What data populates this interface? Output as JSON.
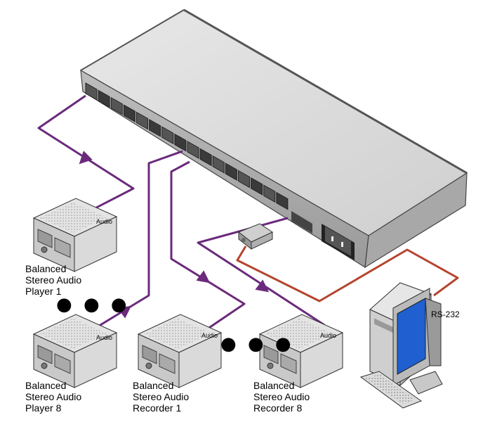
{
  "devices": {
    "player1": {
      "label": "Balanced\nStereo Audio\nPlayer 1",
      "port": "Audio"
    },
    "player8": {
      "label": "Balanced\nStereo Audio\nPlayer 8",
      "port": "Audio"
    },
    "recorder1": {
      "label": "Balanced\nStereo Audio\nRecorder 1",
      "port": "Audio"
    },
    "recorder8": {
      "label": "Balanced\nStereo Audio\nRecorder 8",
      "port": "Audio"
    },
    "pc": {
      "port": "RS-232"
    }
  },
  "ellipsis": "● ● ●",
  "colors": {
    "audio_cable": "#6b2a7c",
    "rs232_cable": "#b5452e",
    "chassis": "#d9d9d9",
    "outline": "#333333"
  },
  "icons": [
    "matrix-switcher-icon",
    "audio-deck-icon",
    "computer-icon",
    "rs232-connector-icon",
    "power-socket-icon"
  ]
}
